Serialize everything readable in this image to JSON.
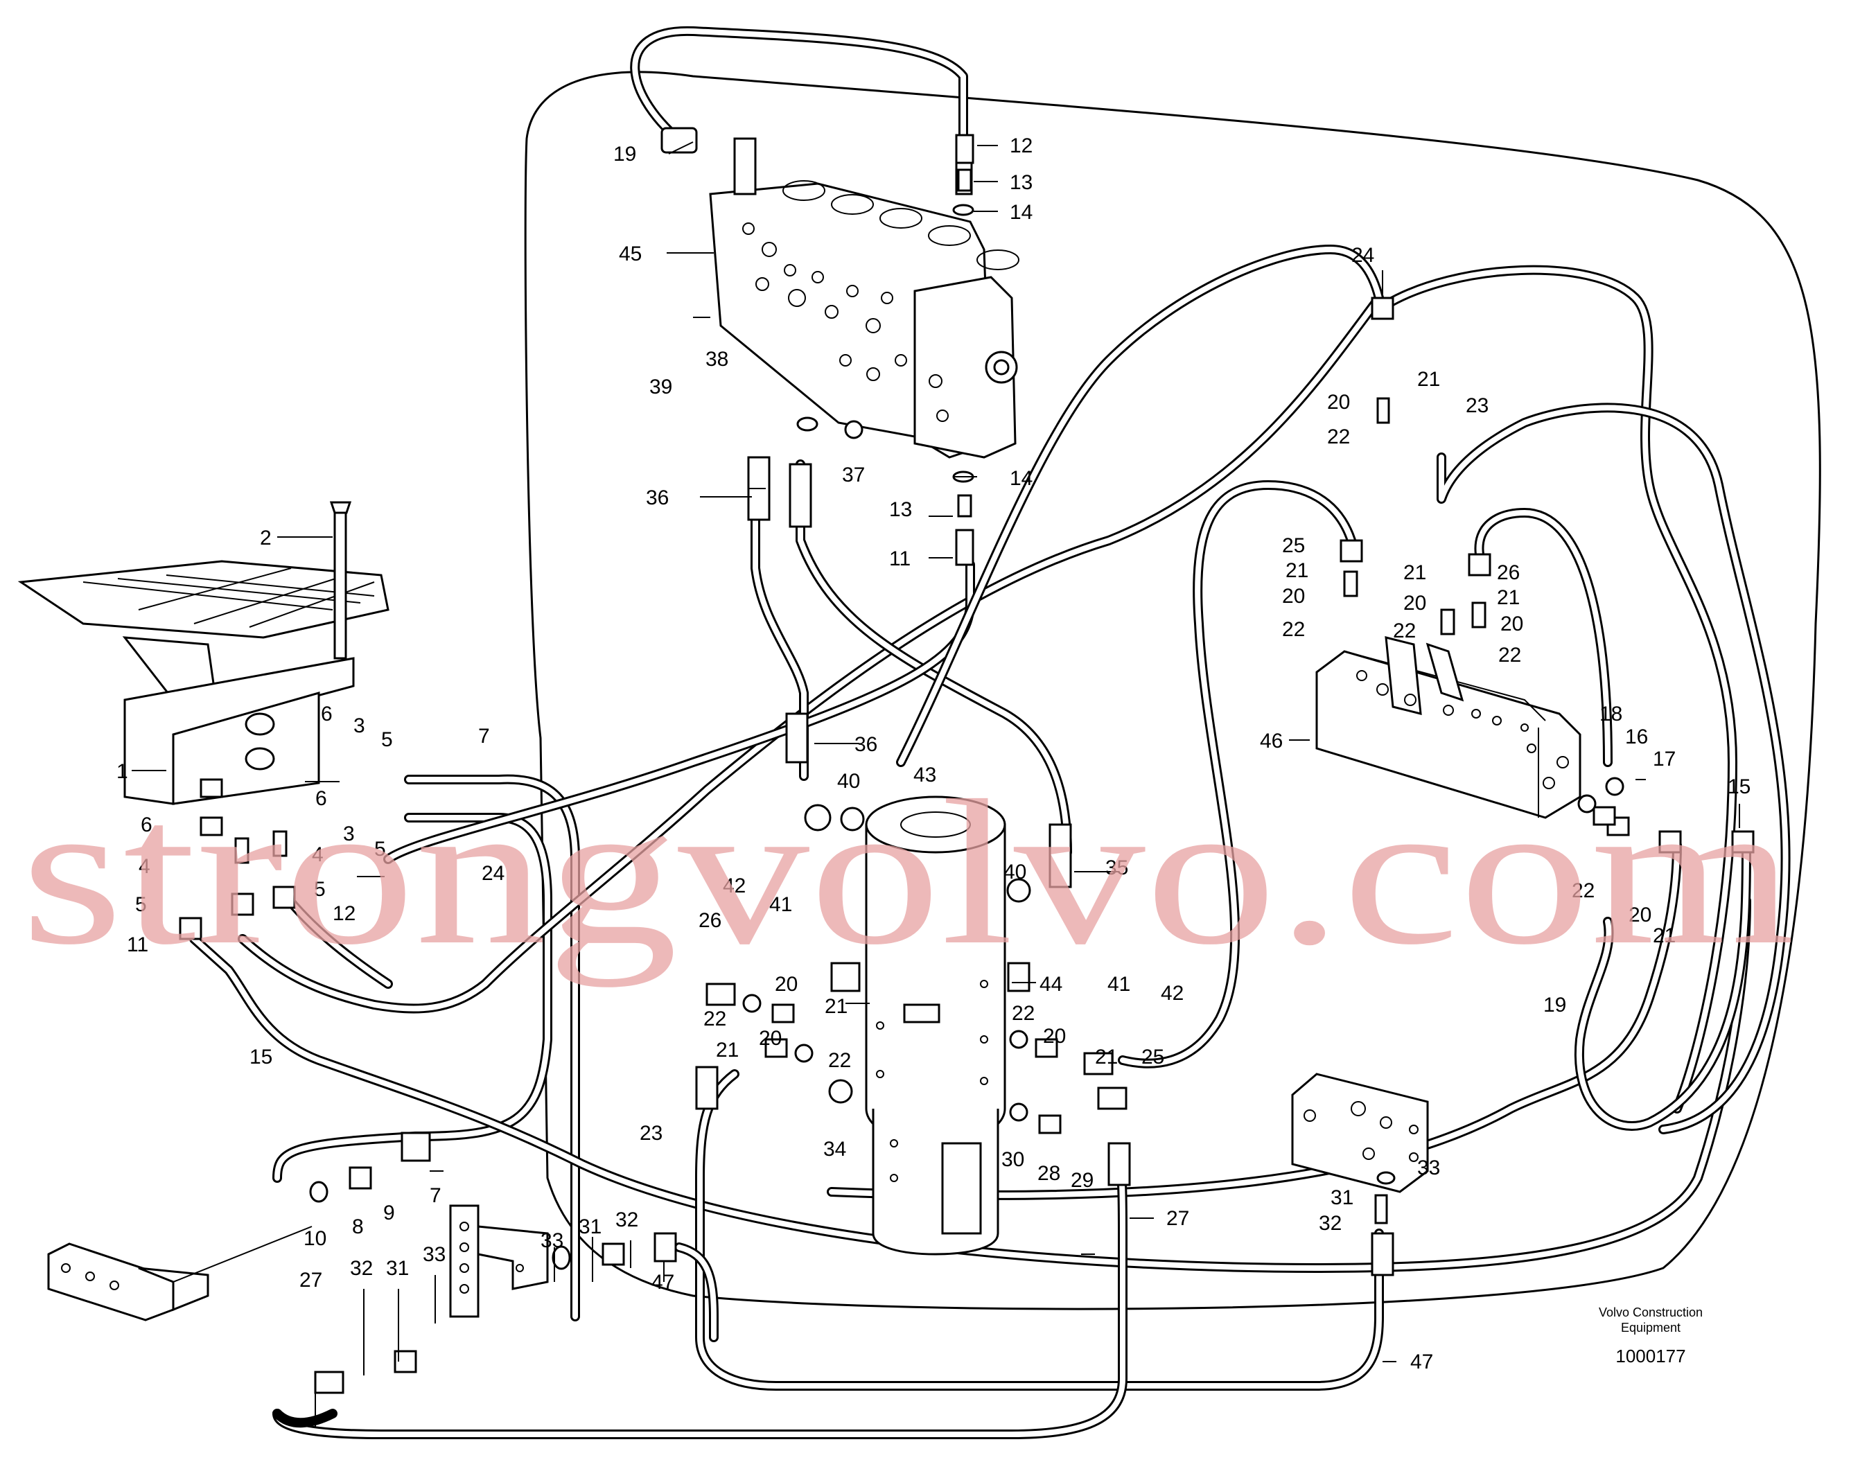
{
  "diagram": {
    "watermark": "strongvolvo.com",
    "brand_line1": "Volvo Construction",
    "brand_line2": "Equipment",
    "figure_code": "1000177",
    "callouts": [
      {
        "id": "c19a",
        "text": "19"
      },
      {
        "id": "c12a",
        "text": "12"
      },
      {
        "id": "c13a",
        "text": "13"
      },
      {
        "id": "c14a",
        "text": "14"
      },
      {
        "id": "c45",
        "text": "45"
      },
      {
        "id": "c24a",
        "text": "24"
      },
      {
        "id": "c21a",
        "text": "21"
      },
      {
        "id": "c20a",
        "text": "20"
      },
      {
        "id": "c22a",
        "text": "22"
      },
      {
        "id": "c23a",
        "text": "23"
      },
      {
        "id": "c39",
        "text": "39"
      },
      {
        "id": "c38",
        "text": "38"
      },
      {
        "id": "c37",
        "text": "37"
      },
      {
        "id": "c14b",
        "text": "14"
      },
      {
        "id": "c36a",
        "text": "36"
      },
      {
        "id": "c13b",
        "text": "13"
      },
      {
        "id": "c11a",
        "text": "11"
      },
      {
        "id": "c2",
        "text": "2"
      },
      {
        "id": "c25a",
        "text": "25"
      },
      {
        "id": "c21b",
        "text": "21"
      },
      {
        "id": "c20b",
        "text": "20"
      },
      {
        "id": "c22b",
        "text": "22"
      },
      {
        "id": "c21c",
        "text": "21"
      },
      {
        "id": "c26",
        "text": "26"
      },
      {
        "id": "c20c",
        "text": "20"
      },
      {
        "id": "c21d",
        "text": "21"
      },
      {
        "id": "c22c",
        "text": "22"
      },
      {
        "id": "c20d",
        "text": "20"
      },
      {
        "id": "c22d",
        "text": "22"
      },
      {
        "id": "c6a",
        "text": "6"
      },
      {
        "id": "c3a",
        "text": "3"
      },
      {
        "id": "c5a",
        "text": "5"
      },
      {
        "id": "c7a",
        "text": "7"
      },
      {
        "id": "c1",
        "text": "1"
      },
      {
        "id": "c36b",
        "text": "36"
      },
      {
        "id": "c43",
        "text": "43"
      },
      {
        "id": "c46",
        "text": "46"
      },
      {
        "id": "c18",
        "text": "18"
      },
      {
        "id": "c16",
        "text": "16"
      },
      {
        "id": "c17",
        "text": "17"
      },
      {
        "id": "c15a",
        "text": "15"
      },
      {
        "id": "c6b",
        "text": "6"
      },
      {
        "id": "c6c",
        "text": "6"
      },
      {
        "id": "c3b",
        "text": "3"
      },
      {
        "id": "c5b",
        "text": "5"
      },
      {
        "id": "c40a",
        "text": "40"
      },
      {
        "id": "c24b",
        "text": "24"
      },
      {
        "id": "c4a",
        "text": "4"
      },
      {
        "id": "c4b",
        "text": "4"
      },
      {
        "id": "c5c",
        "text": "5"
      },
      {
        "id": "c5d",
        "text": "5"
      },
      {
        "id": "c12b",
        "text": "12"
      },
      {
        "id": "c11b",
        "text": "11"
      },
      {
        "id": "c42a",
        "text": "42"
      },
      {
        "id": "c41a",
        "text": "41"
      },
      {
        "id": "c40b",
        "text": "40"
      },
      {
        "id": "c35",
        "text": "35"
      },
      {
        "id": "c22e",
        "text": "22"
      },
      {
        "id": "c20e",
        "text": "20"
      },
      {
        "id": "c21e",
        "text": "21"
      },
      {
        "id": "c26b",
        "text": "26"
      },
      {
        "id": "c44",
        "text": "44"
      },
      {
        "id": "c41b",
        "text": "41"
      },
      {
        "id": "c42b",
        "text": "42"
      },
      {
        "id": "c15b",
        "text": "15"
      },
      {
        "id": "c22f",
        "text": "22"
      },
      {
        "id": "c20f",
        "text": "20"
      },
      {
        "id": "c21f",
        "text": "21"
      },
      {
        "id": "c21g",
        "text": "21"
      },
      {
        "id": "c20g",
        "text": "20"
      },
      {
        "id": "c22g",
        "text": "22"
      },
      {
        "id": "c22h",
        "text": "22"
      },
      {
        "id": "c20h",
        "text": "20"
      },
      {
        "id": "c21h",
        "text": "21"
      },
      {
        "id": "c25b",
        "text": "25"
      },
      {
        "id": "c19b",
        "text": "19"
      },
      {
        "id": "c23b",
        "text": "23"
      },
      {
        "id": "c34",
        "text": "34"
      },
      {
        "id": "c30",
        "text": "30"
      },
      {
        "id": "c28",
        "text": "28"
      },
      {
        "id": "c29",
        "text": "29"
      },
      {
        "id": "c33a",
        "text": "33"
      },
      {
        "id": "c31a",
        "text": "31"
      },
      {
        "id": "c32a",
        "text": "32"
      },
      {
        "id": "c27a",
        "text": "27"
      },
      {
        "id": "c10",
        "text": "10"
      },
      {
        "id": "c8",
        "text": "8"
      },
      {
        "id": "c9",
        "text": "9"
      },
      {
        "id": "c7b",
        "text": "7"
      },
      {
        "id": "c33b",
        "text": "33"
      },
      {
        "id": "c31b",
        "text": "31"
      },
      {
        "id": "c32b",
        "text": "32"
      },
      {
        "id": "c47a",
        "text": "47"
      },
      {
        "id": "c27b",
        "text": "27"
      },
      {
        "id": "c32c",
        "text": "32"
      },
      {
        "id": "c31c",
        "text": "31"
      },
      {
        "id": "c33c",
        "text": "33"
      },
      {
        "id": "c47b",
        "text": "47"
      }
    ]
  }
}
